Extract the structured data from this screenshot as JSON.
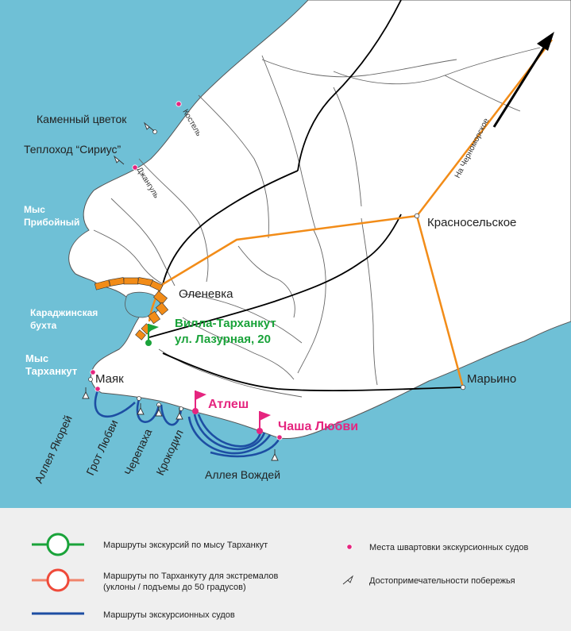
{
  "colors": {
    "sea": "#6fc0d6",
    "land": "#ffffff",
    "page_bg": "#efefef",
    "road": "#000000",
    "trail": "#666666",
    "orange_route": "#f28c18",
    "green": "#1aa33a",
    "magenta": "#e5257f",
    "boat_route": "#1d4ea3",
    "coast_line": "#555555"
  },
  "map": {
    "sea_labels": {
      "cape_priboiny": [
        "Мыс",
        "Прибойный"
      ],
      "karadzhinskaya": [
        "Караджинская",
        "бухта"
      ],
      "cape_tarkhankut": [
        "Мыс",
        "Тарханкут"
      ]
    },
    "labels": {
      "kamenny_tsvetok": "Каменный цветок",
      "teplokhod": "Теплоход “Сириус”",
      "kostel": "Костель",
      "dzhangul": "Джангуль",
      "krasnoselskoe": "Красносельское",
      "na_chernomorskoe": "На Черноморское",
      "olenevka": "Оленевка",
      "villa_line1": "Вилла-Тарханкут",
      "villa_line2": "ул. Лазурная, 20",
      "mayak": "Маяк",
      "mariono": "Марьино",
      "atlesh": "Атлеш",
      "chasha_lyubvi": "Чаша Любви",
      "alleya_yakorei": "Аллея Якорей",
      "grot_lyubvi": "Грот Любви",
      "cherepakha": "Черепаха",
      "krokodil": "Крокодил",
      "alleya_vozhdei": "Аллея Вождей"
    }
  },
  "legend": {
    "green_routes": "Маршруты экскурсий по мысу Тарханкут",
    "red_routes_line1": "Маршруты по Тарханкуту для экстремалов",
    "red_routes_line2": "(уклоны / подъемы до 50 градусов)",
    "boat_routes": "Маршруты экскурсионных судов",
    "mooring": "Места швартовки экскурсионных судов",
    "sights": "Достопримечательности побережья"
  }
}
